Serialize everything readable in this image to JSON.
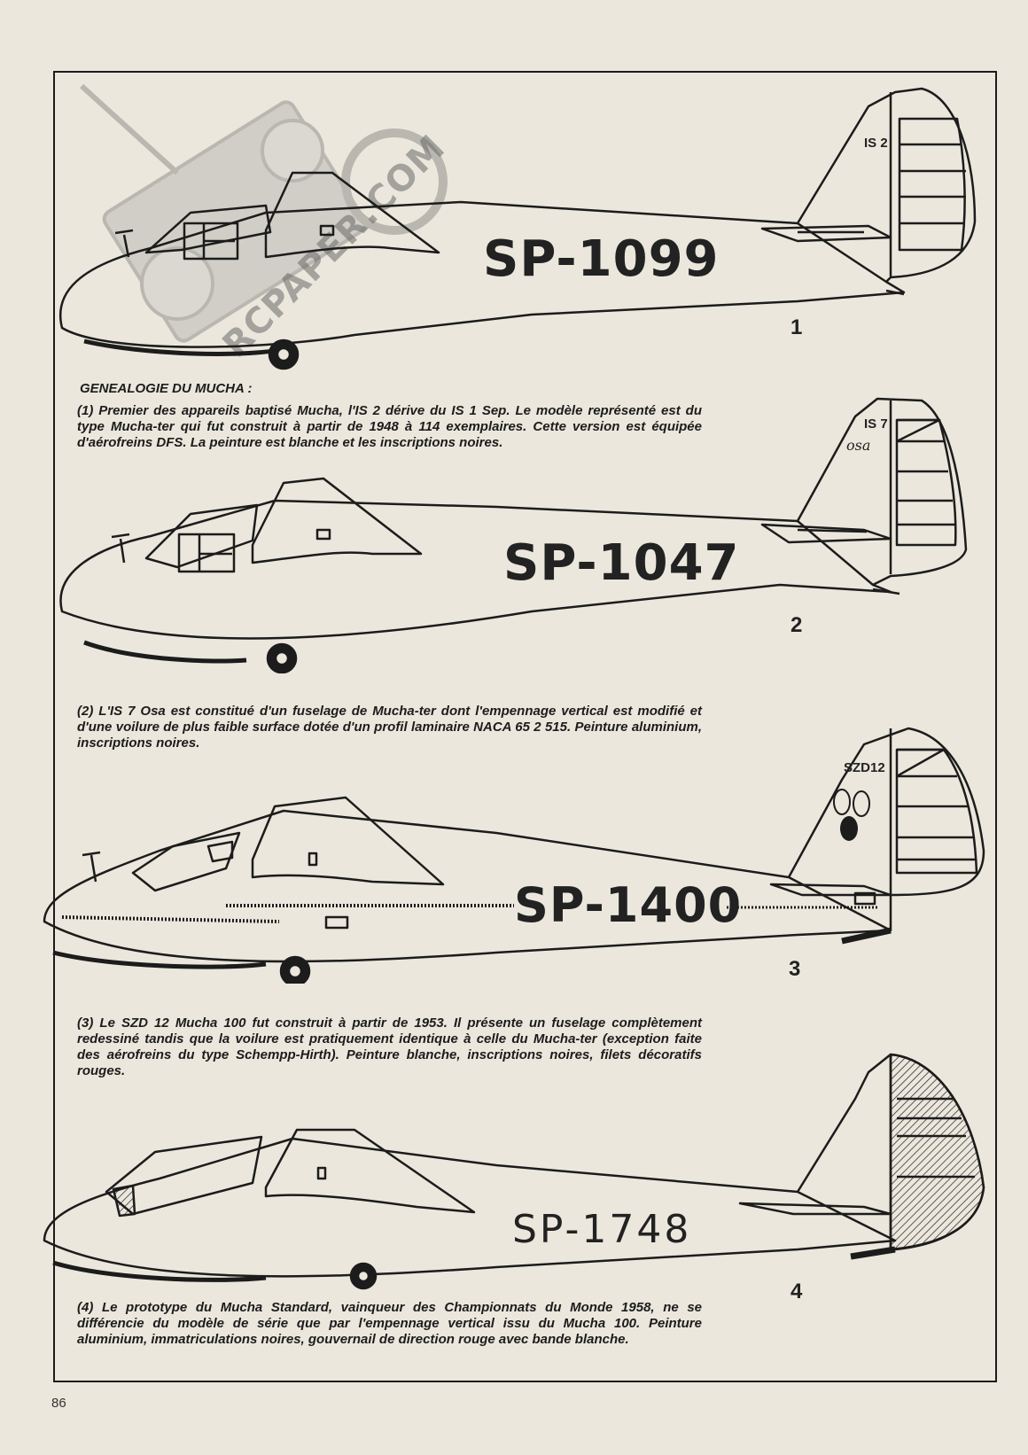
{
  "page": {
    "number": "86",
    "heading": "GENEALOGIE DU MUCHA :",
    "watermark": "RCPAPER.COM"
  },
  "aircraft": [
    {
      "figure": "1",
      "registration": "SP-1099",
      "tail_marking": "IS 2",
      "caption": "(1) Premier des appareils baptisé Mucha, l'IS 2 dérive du IS 1 Sep. Le modèle représenté est du type Mucha-ter qui fut construit à partir de 1948 à 114 exemplaires. Cette version est équipée d'aérofreins DFS. La peinture est blanche et les inscriptions noires."
    },
    {
      "figure": "2",
      "registration": "SP-1047",
      "tail_marking": "IS 7",
      "tail_script": "osa",
      "caption": "(2) L'IS 7 Osa est constitué d'un fuselage de Mucha-ter dont l'empennage vertical est modifié et d'une voilure de plus faible surface dotée d'un profil laminaire NACA 65 2 515. Peinture aluminium, inscriptions noires."
    },
    {
      "figure": "3",
      "registration": "SP-1400",
      "tail_marking": "SZD12",
      "caption": "(3) Le SZD 12 Mucha 100 fut construit à partir de 1953. Il présente un fuselage complètement redessiné tandis que la voilure est pratiquement identique à celle du Mucha-ter (exception faite des aérofreins du type Schempp-Hirth). Peinture blanche, inscriptions noires, filets décoratifs rouges."
    },
    {
      "figure": "4",
      "registration": "SP-1748",
      "caption": "(4) Le prototype du Mucha Standard, vainqueur des Championnats du Monde 1958, ne se différencie du modèle de série que par l'empennage vertical issu du Mucha 100. Peinture aluminium, immatriculations noires, gouvernail de direction rouge avec bande blanche."
    }
  ]
}
